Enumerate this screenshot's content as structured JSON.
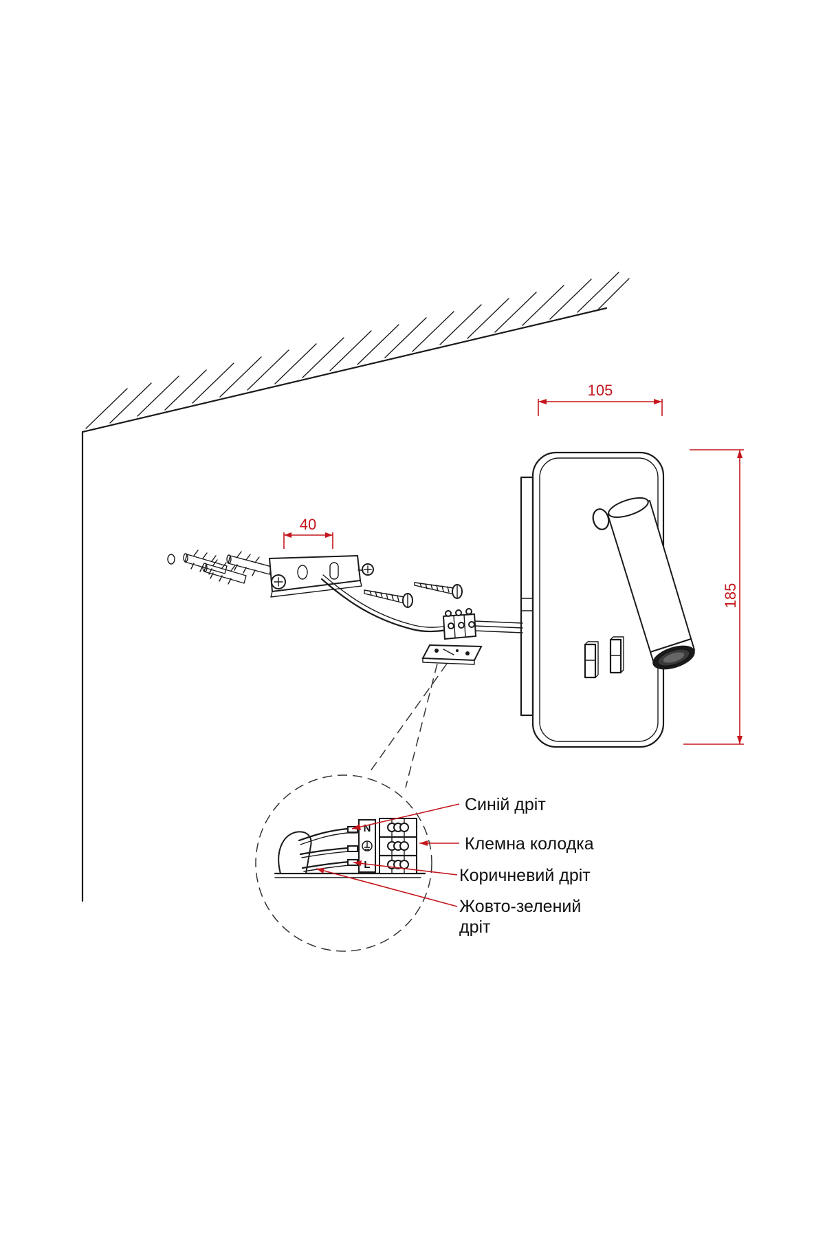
{
  "dimensions": {
    "width_105": "105",
    "height_185": "185",
    "bracket_40": "40"
  },
  "terminal_letters": {
    "n": "N",
    "l": "L"
  },
  "callouts": {
    "blue_wire": "Синій дріт",
    "terminal_block": "Клемна колодка",
    "brown_wire": "Коричневий дріт",
    "yellow_green_line1": "Жовто-зелений",
    "yellow_green_line2": "дріт"
  },
  "colors": {
    "dimension_red": "#c4161c",
    "ink": "#1a1a1a"
  }
}
